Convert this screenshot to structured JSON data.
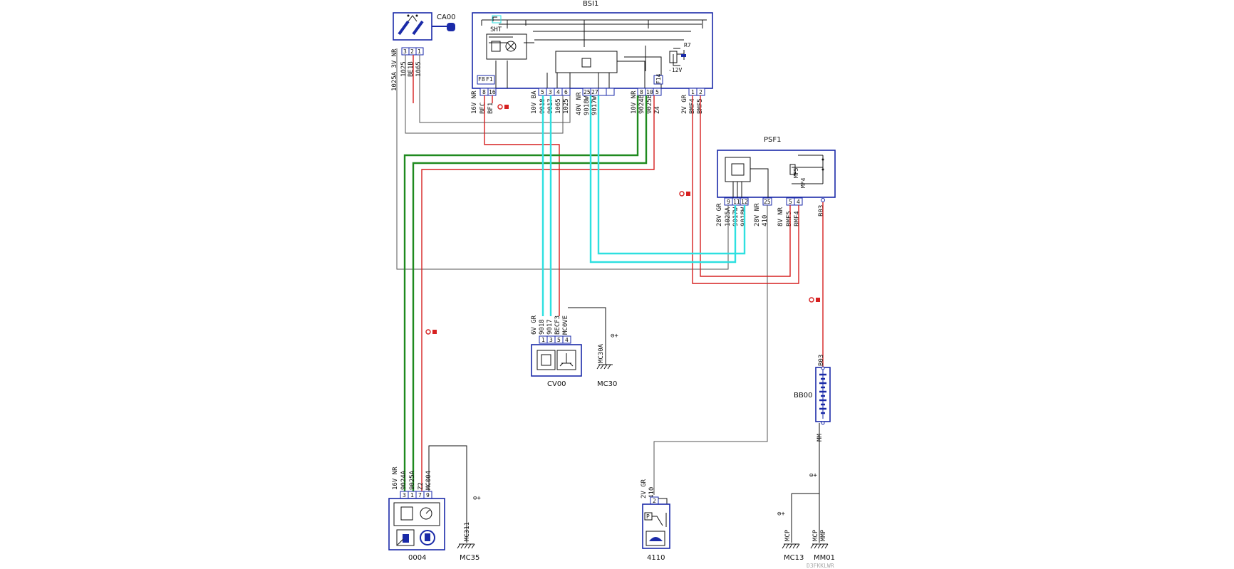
{
  "components": {
    "bsi1": "BSI1",
    "bsi1_inner": "SHT",
    "bsi1_r": "R7",
    "bsi1_minus": "-12V",
    "ca00": "CA00",
    "psf1": "PSF1",
    "cv00": "CV00",
    "bb00": "BB00",
    "c0004": "0004",
    "c4110": "4110",
    "mc30": "MC30",
    "mc35": "MC35",
    "mc13": "MC13",
    "mm01": "MM01"
  },
  "connectors": {
    "bsi_f8": {
      "label": "16V NR",
      "pins": [
        "8",
        "16"
      ],
      "wires": [
        "BEC",
        "BF1"
      ],
      "fuse": [
        "F8",
        "F1"
      ]
    },
    "bsi_10v_ba": {
      "label": "10V BA",
      "pins": [
        "5",
        "3",
        "4",
        "6"
      ],
      "wires": [
        "9018",
        "9017",
        "1065",
        "1025"
      ]
    },
    "bsi_40v": {
      "label": "40V NR",
      "pins": [
        "25",
        "27",
        "",
        ""
      ],
      "wires": [
        "9018W",
        "9017W"
      ]
    },
    "bsi_10v_nr": {
      "label": "10V NR",
      "pins": [
        "8",
        "10",
        "5"
      ],
      "wires": [
        "9024B",
        "9025B",
        "Z4"
      ],
      "fuse": "F14"
    },
    "bsi_2v_gr": {
      "label": "2V GR",
      "pins": [
        "1",
        "2"
      ],
      "wires": [
        "BMF4",
        "BMF5"
      ]
    },
    "ca00": {
      "label": "1025A 3V NR",
      "pins": [
        "3",
        "2",
        "1"
      ],
      "wires": [
        "1025",
        "BE1B",
        "1065"
      ]
    },
    "psf1_28v_gr": {
      "label": "28V GR",
      "pins": [
        "9",
        "11",
        "12"
      ],
      "wires": [
        "1025A",
        "9017W",
        "9018W"
      ]
    },
    "psf1_28v_nr": {
      "label": "28V NR",
      "pins": [
        "25"
      ],
      "wires": [
        "410"
      ]
    },
    "psf1_8v_nr": {
      "label": "8V NR",
      "pins": [
        "5",
        "4"
      ],
      "wires": [
        "BMF5",
        "BMF4"
      ]
    },
    "psf1_right": {
      "wires": [
        "MF5",
        "MF4",
        "B03"
      ]
    },
    "cv00": {
      "label": "6V GR",
      "pins": [
        "1",
        "3",
        "5",
        "4"
      ],
      "wires": [
        "9018",
        "9017",
        "BECF3",
        "MC0VE"
      ],
      "ground": "MC30A"
    },
    "c0004": {
      "label": "16V NR",
      "pins": [
        "3",
        "1",
        "7",
        "9"
      ],
      "wires": [
        "9024A",
        "9025A",
        "Z2",
        "MC004"
      ],
      "ground": "MC311"
    },
    "c4110": {
      "label": "2V GR",
      "pins": [
        "2"
      ],
      "wires": [
        "410"
      ]
    },
    "bb00": {
      "top": "B03",
      "bottom": "MM"
    },
    "mm01": {
      "wires": [
        "MMP",
        "MCP"
      ]
    },
    "mc13": {
      "wires": [
        "MCP"
      ]
    }
  },
  "symbols": {
    "ground_plus": "⊖+"
  },
  "watermark": "D3FKKLWR",
  "colors": {
    "frame": "#1a2aa8",
    "red": "#d62020",
    "green": "#1f8a1f",
    "cyan": "#2ee0e0",
    "black": "#111111",
    "grey": "#555555"
  }
}
